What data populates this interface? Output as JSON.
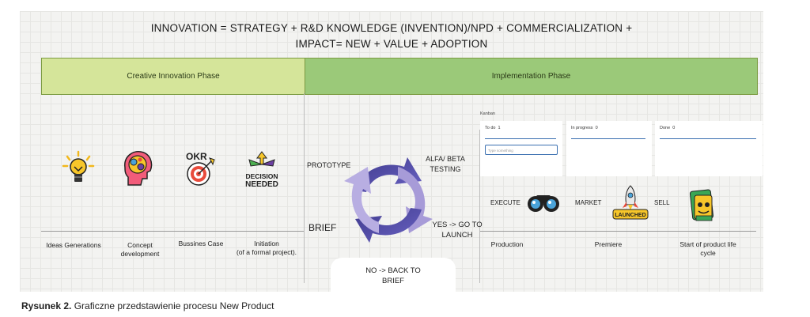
{
  "title": {
    "line1": "INNOVATION = STRATEGY + R&D KNOWLEDGE (INVENTION)/NPD + COMMERCIALIZATION +",
    "line2": "IMPACT= NEW + VALUE + ADOPTION"
  },
  "phases": {
    "creative": "Creative Innovation Phase",
    "implementation": "Implementation Phase"
  },
  "creative_steps": [
    {
      "label": "Ideas Generations",
      "icon": "lightbulb-icon"
    },
    {
      "label": "Concept\ndevelopment",
      "icon": "brain-head-icon"
    },
    {
      "label": "Bussines Case",
      "icon": "okr-target-icon"
    },
    {
      "label": "Initiation\n(of a formal project).",
      "icon": "decision-needed-icon"
    }
  ],
  "icon_text": {
    "okr": "OKR",
    "decision_line1": "DECISION",
    "decision_line2": "NEEDED",
    "launched": "LAUNCHED"
  },
  "cycle": {
    "prototype": "PROTOTYPE",
    "alfa_beta": "ALFA/ BETA\nTESTING",
    "brief": "BRIEF",
    "yes": "YES -> GO TO\nLAUNCH",
    "no": "NO -> BACK TO\nBRIEF"
  },
  "kanban": {
    "title": "Kanban",
    "columns": [
      {
        "name": "To do",
        "count": "1"
      },
      {
        "name": "In progress",
        "count": "0"
      },
      {
        "name": "Done",
        "count": "0"
      }
    ],
    "input_placeholder": "Type something"
  },
  "impl_actions": {
    "execute": "EXECUTE",
    "market": "MARKET",
    "sell": "SELL"
  },
  "impl_steps": [
    {
      "label": "Production"
    },
    {
      "label": "Premiere"
    },
    {
      "label": "Start of product life\ncycle"
    }
  ],
  "caption": {
    "bold": "Rysunek 2.",
    "text": " Graficzne przedstawienie procesu New Product"
  },
  "colors": {
    "creative_phase": "#d5e59a",
    "implementation_phase": "#9bc979",
    "arrow_dark": "#3f3a8c",
    "arrow_light": "#a79bd8"
  }
}
